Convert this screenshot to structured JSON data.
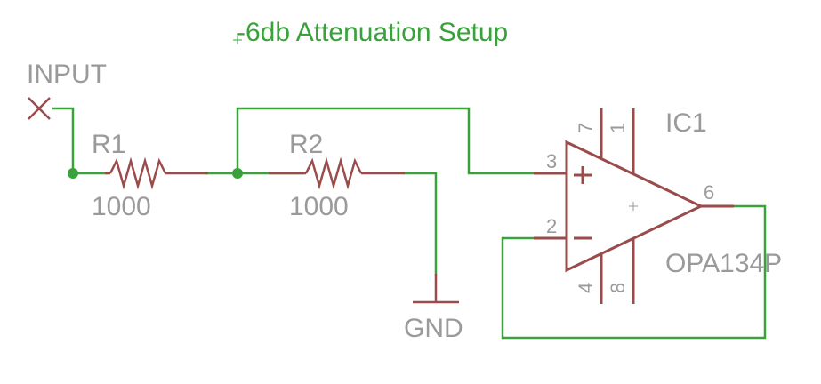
{
  "title": "-6db Attenuation Setup",
  "input_label": "INPUT",
  "gnd_label": "GND",
  "r1": {
    "name": "R1",
    "value": "1000"
  },
  "r2": {
    "name": "R2",
    "value": "1000"
  },
  "ic": {
    "name": "IC1",
    "part": "OPA134P",
    "pins": {
      "p1": "1",
      "p2": "2",
      "p3": "3",
      "p4": "4",
      "p6": "6",
      "p7": "7",
      "p8": "8"
    },
    "plus": "+",
    "minus": "−"
  },
  "colors": {
    "wire": "#3aa23a",
    "component": "#9a4b4b",
    "label": "#9a9a9a",
    "title": "#3aa23a",
    "node": "#3aa23a"
  }
}
